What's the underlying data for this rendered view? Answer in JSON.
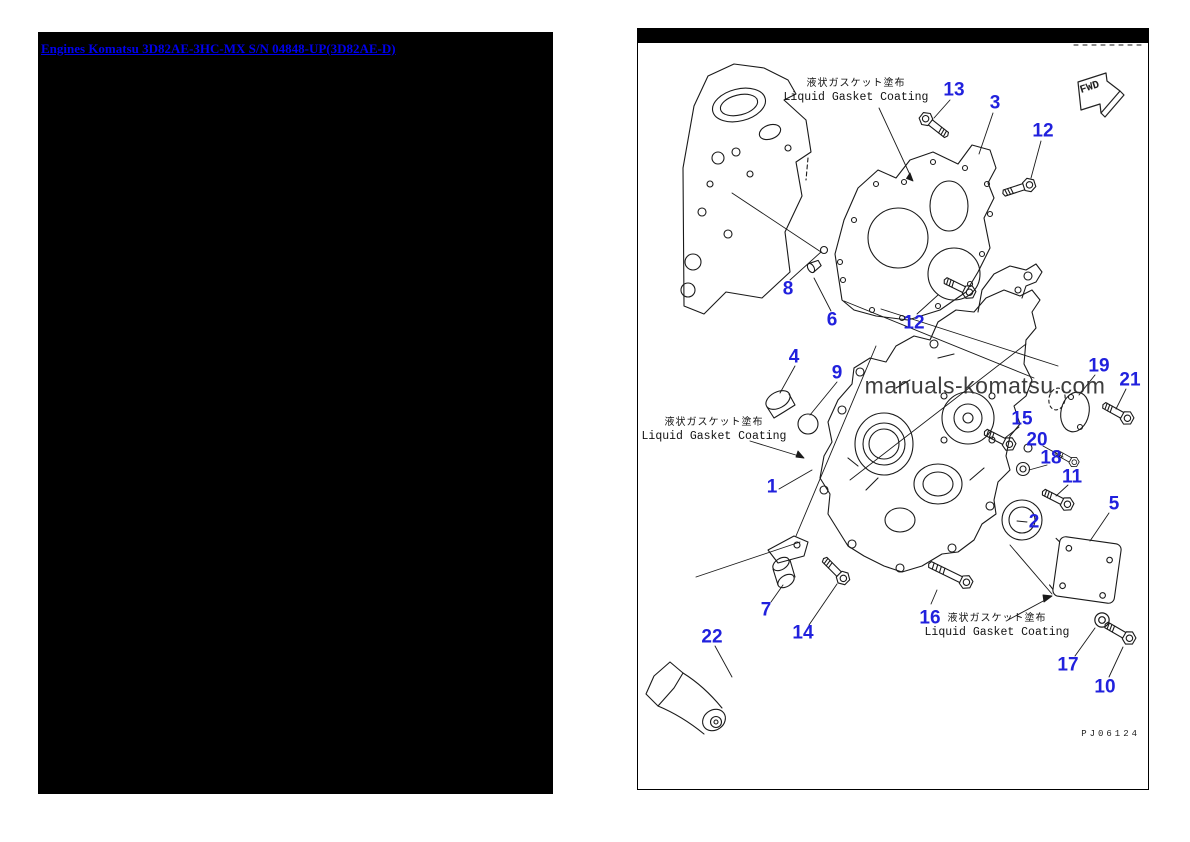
{
  "page": {
    "background": "#ffffff"
  },
  "left_panel": {
    "background": "#000000",
    "link_text": "Engines Komatsu 3D82AE-3HC-MX S/N 04848-UP(3D82AE-D)",
    "link_color": "#0000ee"
  },
  "diagram": {
    "top_bar_color": "#000000",
    "line_color": "#1a1a1a",
    "callout_color": "#2121dd",
    "fwd_label": "FWD",
    "watermark": "manuals-komatsu.com",
    "drawing_code": "PJ06124",
    "gasket_note_jp": "液状ガスケット塗布",
    "gasket_note_en": "Liquid Gasket Coating",
    "callouts": [
      {
        "label": "13"
      },
      {
        "label": "3"
      },
      {
        "label": "12"
      },
      {
        "label": "8"
      },
      {
        "label": "6"
      },
      {
        "label": "12"
      },
      {
        "label": "4"
      },
      {
        "label": "9"
      },
      {
        "label": "19"
      },
      {
        "label": "21"
      },
      {
        "label": "15"
      },
      {
        "label": "20"
      },
      {
        "label": "18"
      },
      {
        "label": "11"
      },
      {
        "label": "1"
      },
      {
        "label": "2"
      },
      {
        "label": "5"
      },
      {
        "label": "7"
      },
      {
        "label": "14"
      },
      {
        "label": "16"
      },
      {
        "label": "22"
      },
      {
        "label": "17"
      },
      {
        "label": "10"
      }
    ]
  }
}
